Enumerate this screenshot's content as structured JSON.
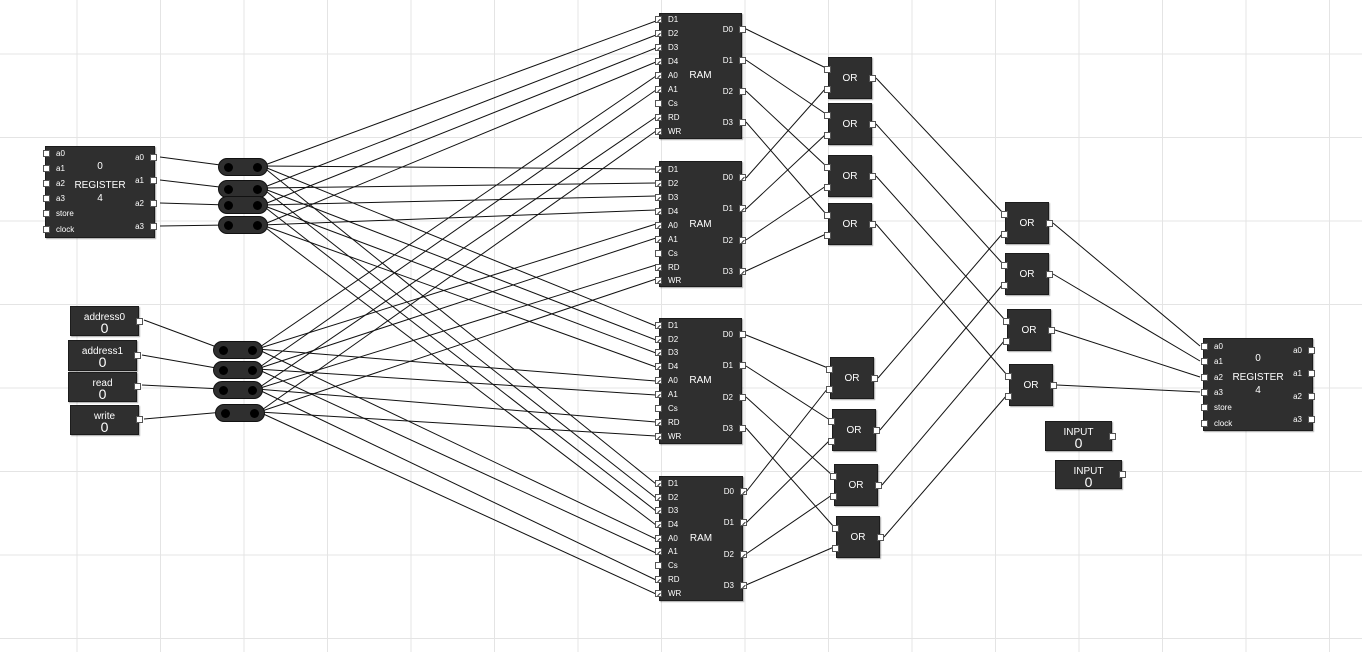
{
  "circuit": {
    "register_in": {
      "label": "REGISTER",
      "value": "0",
      "bits": "4",
      "inputs": [
        "a0",
        "a1",
        "a2",
        "a3",
        "store",
        "clock"
      ],
      "outputs": [
        "a0",
        "a1",
        "a2",
        "a3"
      ]
    },
    "register_out": {
      "label": "REGISTER",
      "value": "0",
      "bits": "4",
      "inputs": [
        "a0",
        "a1",
        "a2",
        "a3",
        "store",
        "clock"
      ],
      "outputs": [
        "a0",
        "a1",
        "a2",
        "a3"
      ]
    },
    "inputs": [
      {
        "label": "address0",
        "value": "0"
      },
      {
        "label": "address1",
        "value": "0"
      },
      {
        "label": "read",
        "value": "0"
      },
      {
        "label": "write",
        "value": "0"
      },
      {
        "label": "INPUT",
        "value": "0"
      },
      {
        "label": "INPUT",
        "value": "0"
      }
    ],
    "ram": {
      "label": "RAM",
      "inputs": [
        "D1",
        "D2",
        "D3",
        "D4",
        "A0",
        "A1",
        "Cs",
        "RD",
        "WR"
      ],
      "outputs": [
        "D0",
        "D1",
        "D2",
        "D3"
      ]
    },
    "or_label": "OR"
  }
}
